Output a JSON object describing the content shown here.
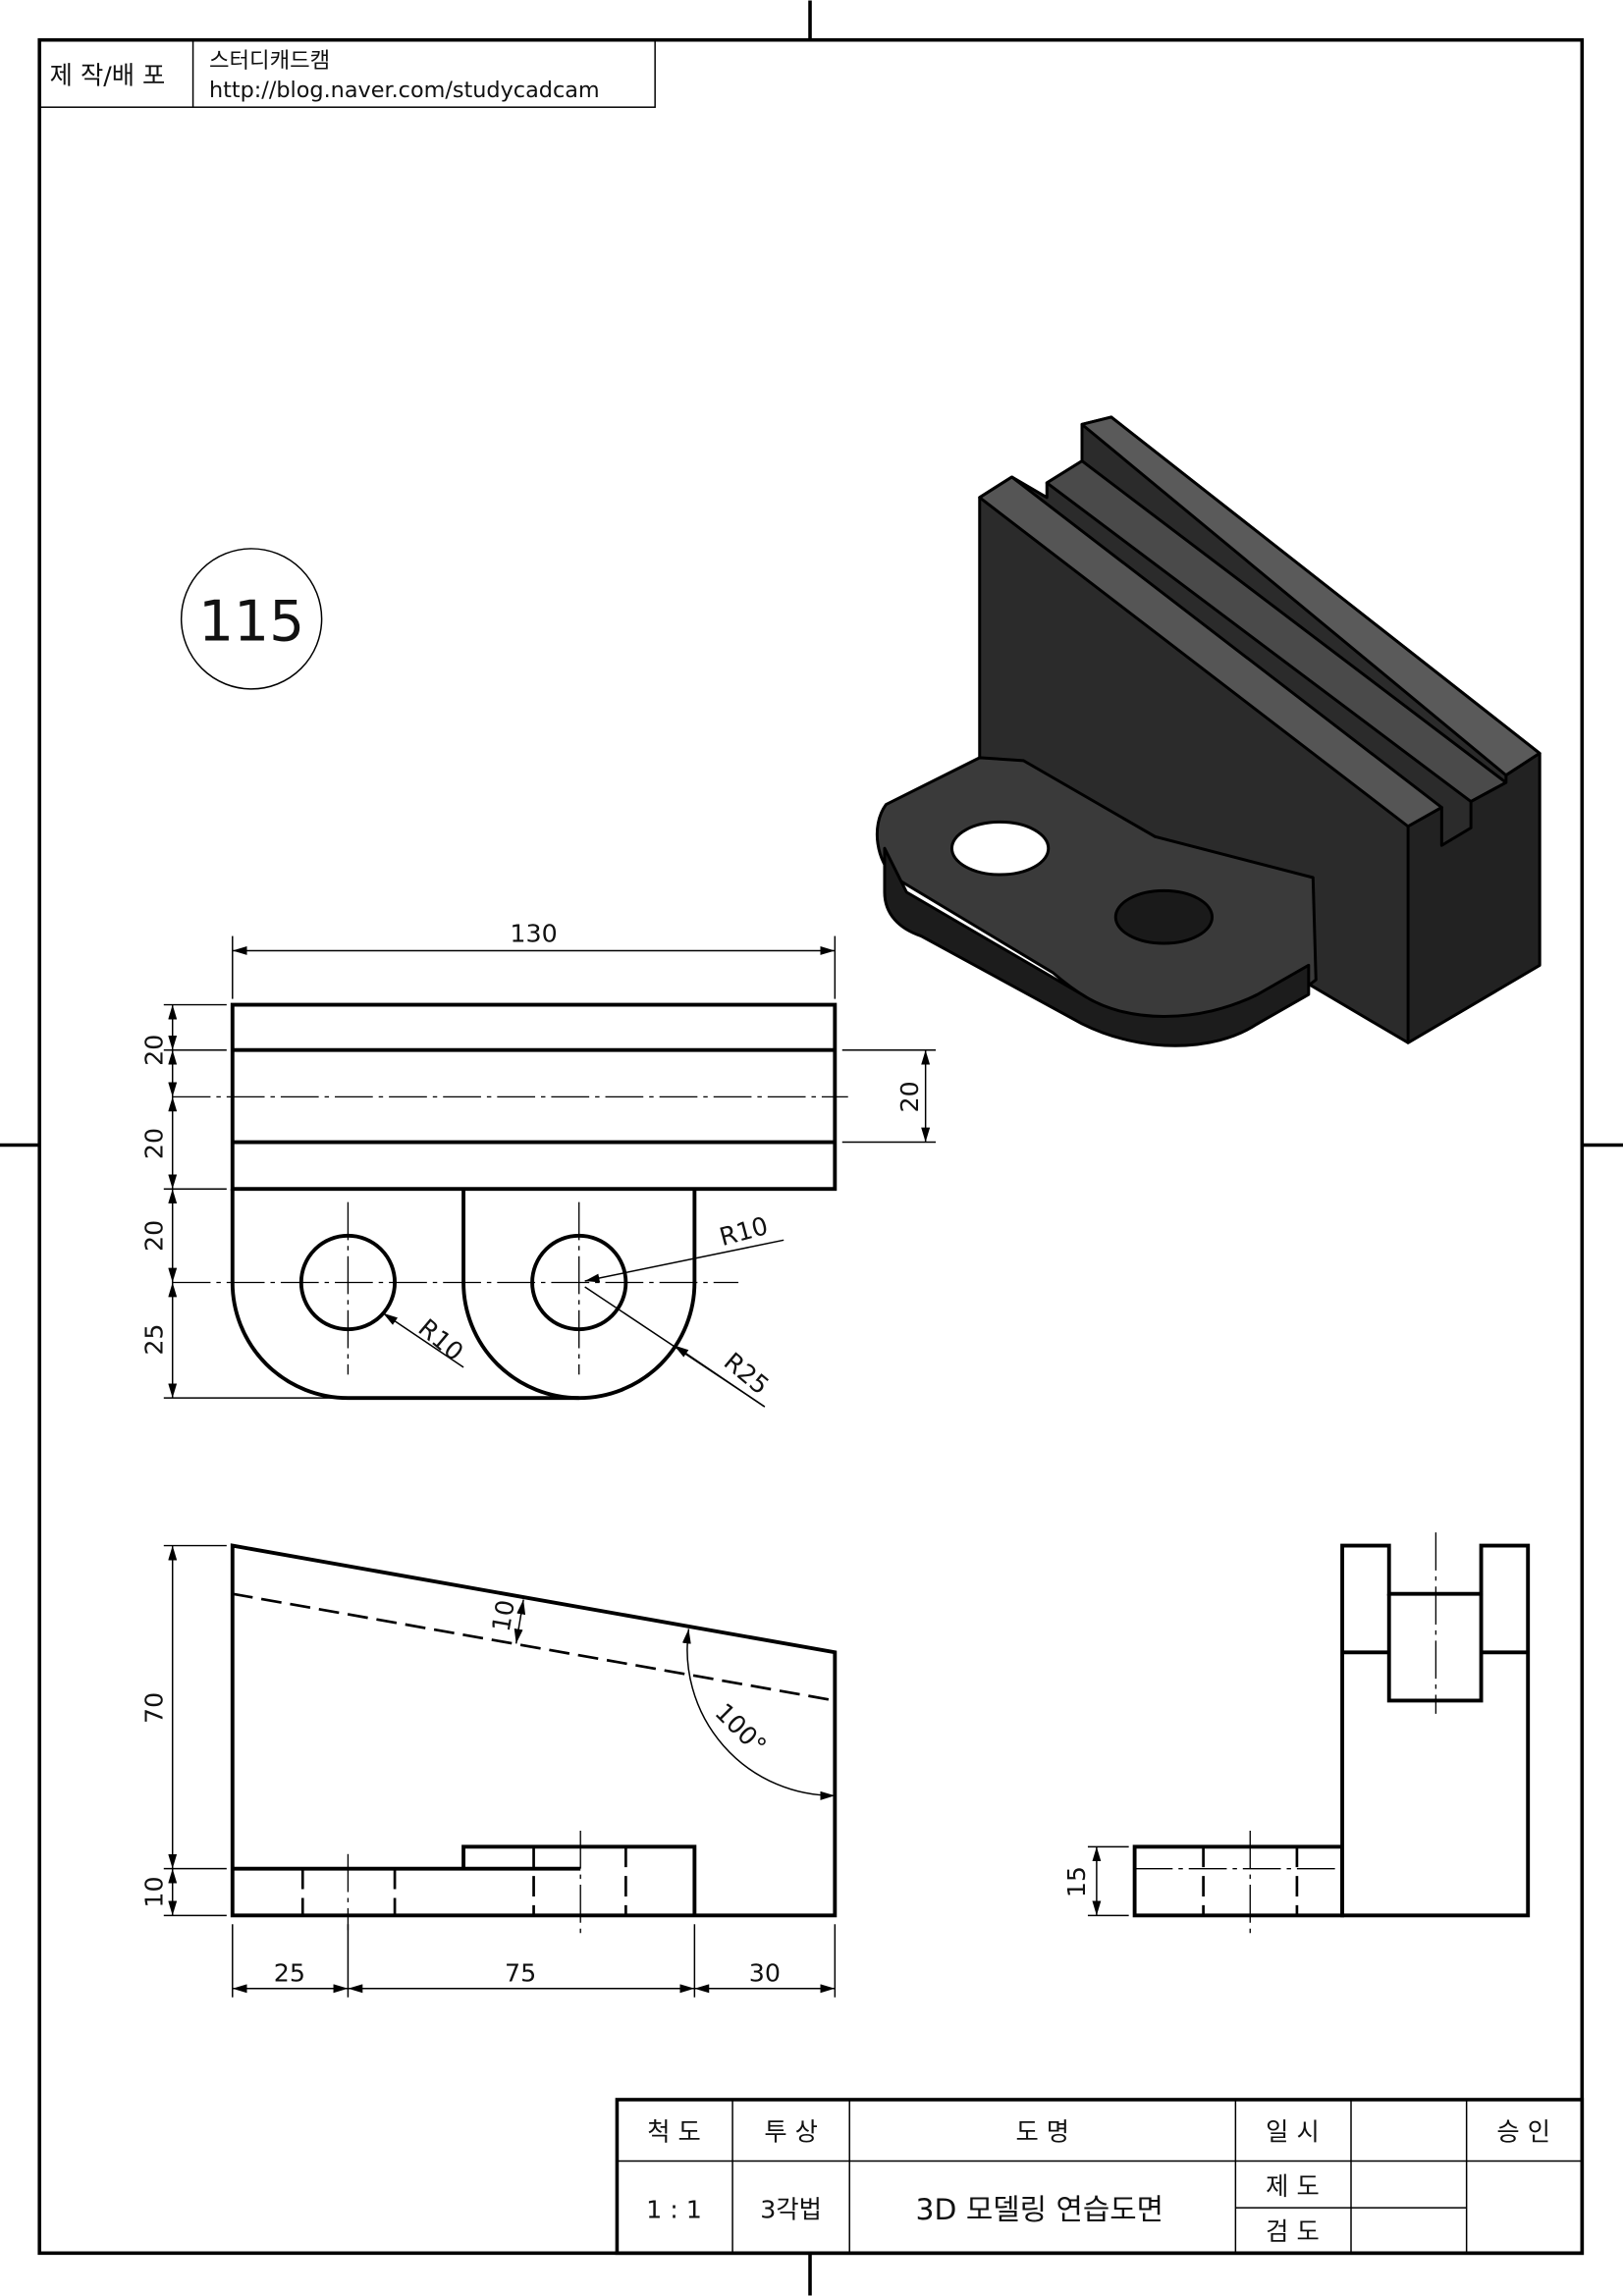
{
  "header": {
    "label": "제 작/배 포",
    "author": "스터디캐드캠",
    "url": "http://blog.naver.com/studycadcam"
  },
  "drawing_number": "115",
  "top_view": {
    "overall_width": "130",
    "left_dims": [
      "20",
      "20",
      "20",
      "25"
    ],
    "slot_width": "20",
    "radii": [
      "R10",
      "R10",
      "R25"
    ]
  },
  "front_view": {
    "height": "70",
    "base_height": "10",
    "offset": "10",
    "angle": "100°",
    "bottom_dims": [
      "25",
      "75",
      "30"
    ]
  },
  "side_view": {
    "base_height": "15"
  },
  "title_block": {
    "scale_label": "척  도",
    "scale_value": "1 : 1",
    "projection_label": "투  상",
    "projection_value": "3각법",
    "name_label": "도      명",
    "name_value": "3D 모델링 연습도면",
    "date_label": "일  시",
    "drawn_label": "제  도",
    "checked_label": "검  도",
    "approved_label": "승  인"
  }
}
